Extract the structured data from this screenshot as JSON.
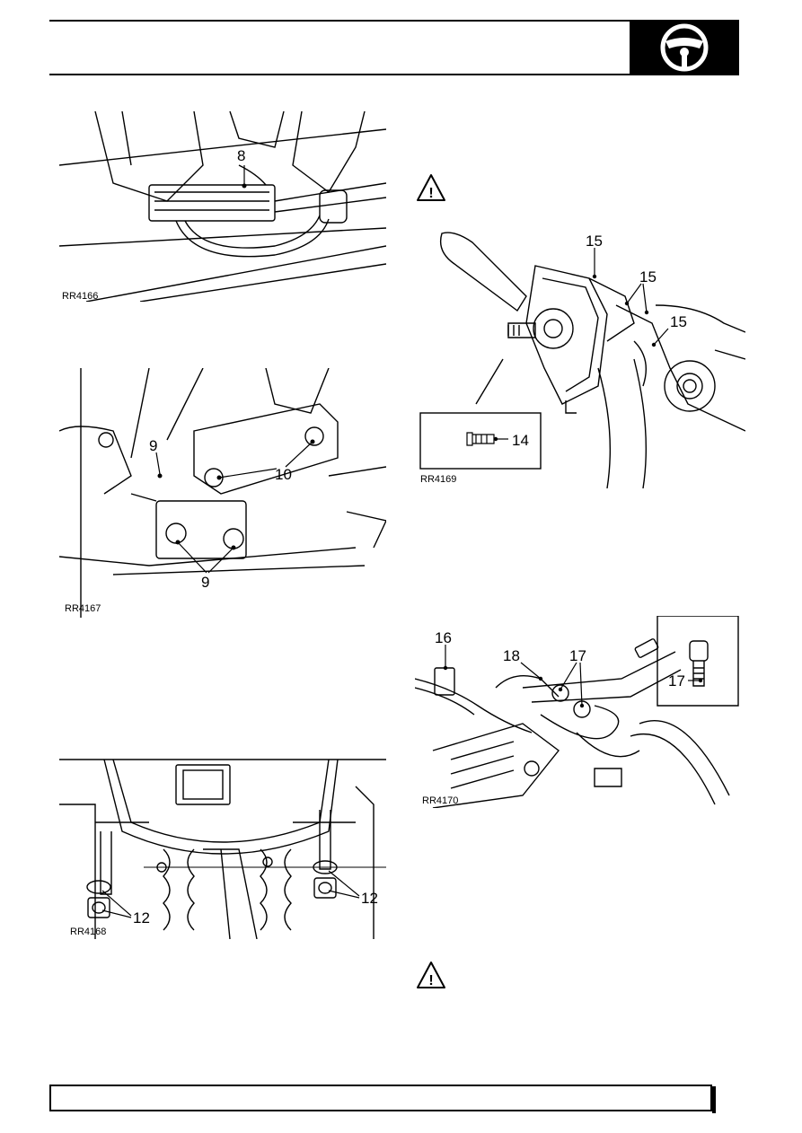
{
  "figures": [
    {
      "id": "RR4166",
      "callouts": [
        "8"
      ]
    },
    {
      "id": "RR4167",
      "callouts": [
        "9",
        "10",
        "9"
      ]
    },
    {
      "id": "RR4168",
      "callouts": [
        "12",
        "12"
      ]
    },
    {
      "id": "RR4169",
      "callouts": [
        "15",
        "15",
        "15",
        "14"
      ]
    },
    {
      "id": "RR4170",
      "callouts": [
        "16",
        "18",
        "17",
        "17"
      ]
    }
  ],
  "icons": {
    "section_tab": "steering-wheel-icon",
    "warning": "warning-triangle-icon"
  },
  "colors": {
    "ink": "#000000",
    "paper": "#ffffff"
  }
}
